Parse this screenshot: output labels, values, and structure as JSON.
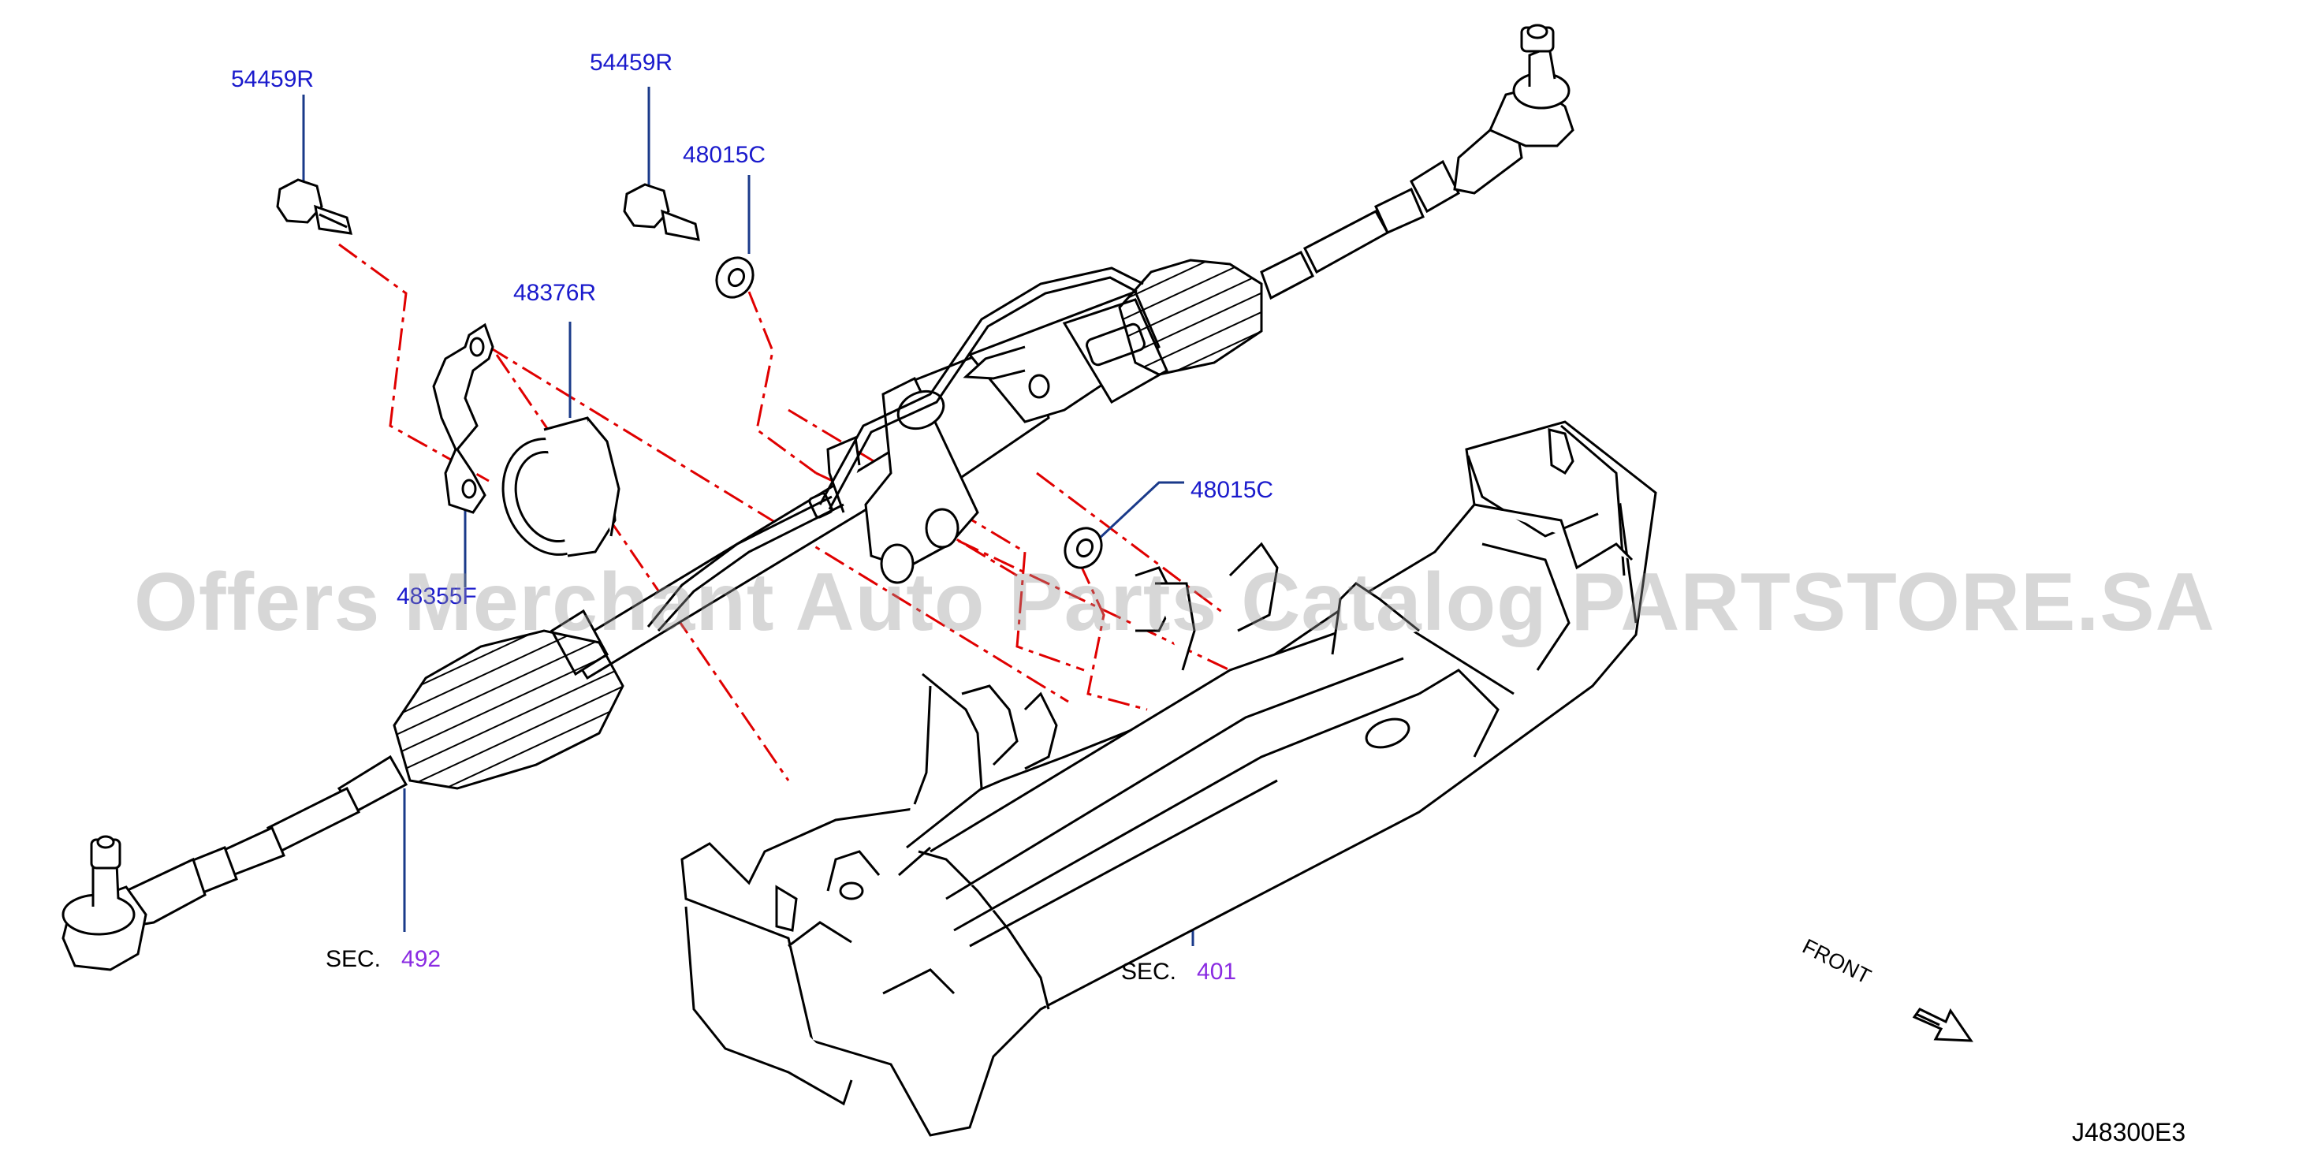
{
  "diagram": {
    "code": "J48300E3",
    "front_label": "FRONT",
    "watermark": "Offers Merchant Auto Parts Catalog PARTSTORE.SA",
    "colors": {
      "line": "#000000",
      "callout": "#1a1acc",
      "section_link": "#8a2be2",
      "dash": "#e00000",
      "leader": "#1a3a8a"
    },
    "parts": [
      {
        "code": "54459R"
      },
      {
        "code": "54459R"
      },
      {
        "code": "48015C"
      },
      {
        "code": "48376R"
      },
      {
        "code": "48015C"
      },
      {
        "code": "48355F"
      }
    ],
    "sections": [
      {
        "prefix": "SEC.",
        "ref": "492"
      },
      {
        "prefix": "SEC.",
        "ref": "401"
      }
    ]
  }
}
